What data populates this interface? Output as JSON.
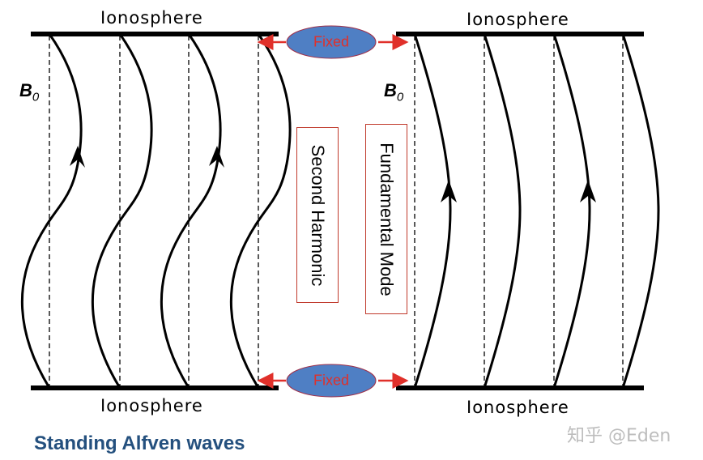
{
  "labels": {
    "ionosphere": "Ionosphere",
    "b0_main": "B",
    "b0_sub": "0",
    "fixed": "Fixed",
    "second_harmonic": "Second Harmonic",
    "fundamental_mode": "Fundamental Mode",
    "title": "Standing Alfven waves",
    "watermark": "知乎 @Eden"
  },
  "colors": {
    "ellipse_fill": "#4f7fc4",
    "fixed_text": "#e0302a",
    "arrow": "#e0302a",
    "title": "#24507e"
  }
}
